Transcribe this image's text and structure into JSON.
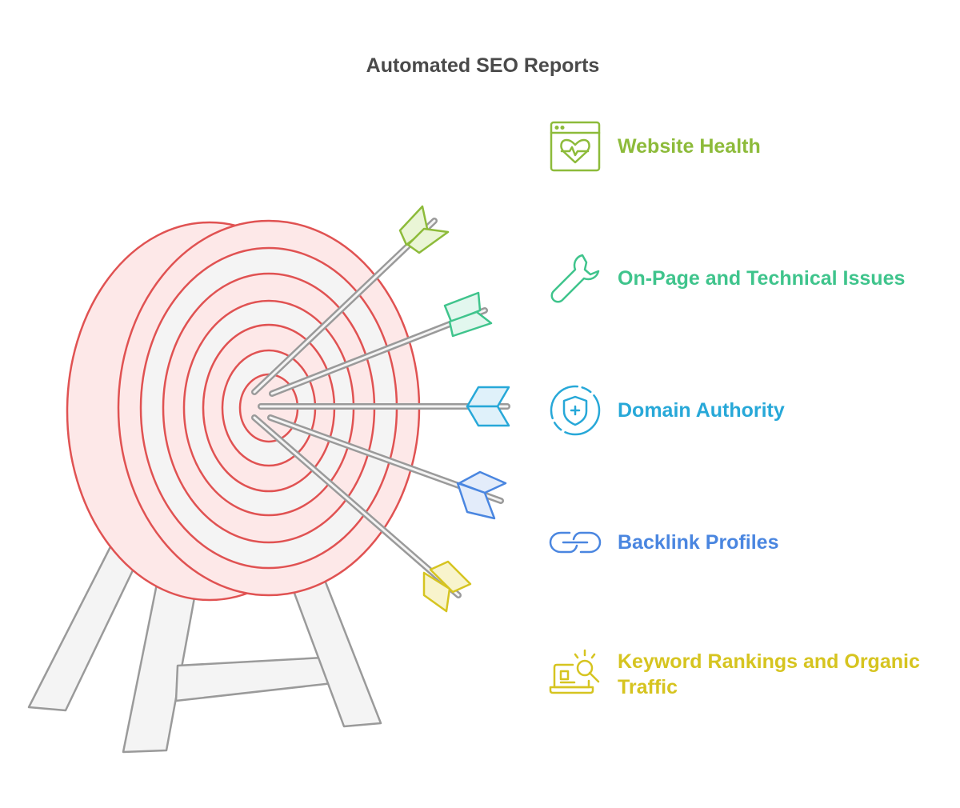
{
  "title": "Automated SEO Reports",
  "items": [
    {
      "label": "Website Health",
      "icon": "heart-monitor-icon",
      "color": "#8dbb3a"
    },
    {
      "label": "On-Page and Technical Issues",
      "icon": "wrench-icon",
      "color": "#3fc48c"
    },
    {
      "label": "Domain Authority",
      "icon": "shield-plus-icon",
      "color": "#27a8d8"
    },
    {
      "label": "Backlink Profiles",
      "icon": "link-icon",
      "color": "#4a86e0"
    },
    {
      "label": "Keyword Rankings and Organic Traffic",
      "icon": "laptop-search-icon",
      "color": "#d6c420"
    }
  ],
  "target": {
    "ring_color": "#e05252",
    "ring_fill": "#fde8e8",
    "arrow_count": 5
  }
}
